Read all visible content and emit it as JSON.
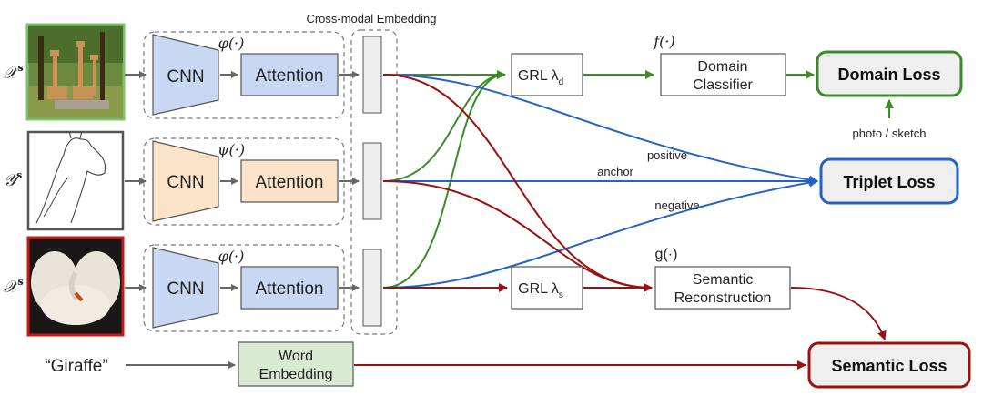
{
  "labels": {
    "cross_modal": "Cross-modal Embedding",
    "phi_top": "φ(·)",
    "psi": "ψ(·)",
    "phi_bottom": "φ(·)",
    "cnn": "CNN",
    "attention": "Attention",
    "grl_d": "GRL λ",
    "grl_d_sub": "d",
    "grl_s": "GRL λ",
    "grl_s_sub": "s",
    "f_func": "f(·)",
    "g_func": "g(·)",
    "domain_classifier_1": "Domain",
    "domain_classifier_2": "Classifier",
    "semantic_recon_1": "Semantic",
    "semantic_recon_2": "Reconstruction",
    "word_embedding_1": "Word",
    "word_embedding_2": "Embedding",
    "domain_loss": "Domain Loss",
    "triplet_loss": "Triplet Loss",
    "semantic_loss": "Semantic Loss",
    "photo_sketch": "photo / sketch",
    "positive": "positive",
    "anchor": "anchor",
    "negative": "negative",
    "giraffe": "“Giraffe”",
    "x_top": "𝒳",
    "y_mid": "𝒴",
    "x_bottom": "𝒳",
    "sup_s": "s"
  },
  "colors": {
    "green": "#3d8a2a",
    "blue": "#2462c7",
    "red": "#9b1010",
    "gray": "#666666",
    "cnn_blue_fill": "#c8d8f2",
    "cnn_orange_fill": "#fbe3c9",
    "word_fill": "#d9ead3",
    "loss_fill": "#efefef"
  }
}
